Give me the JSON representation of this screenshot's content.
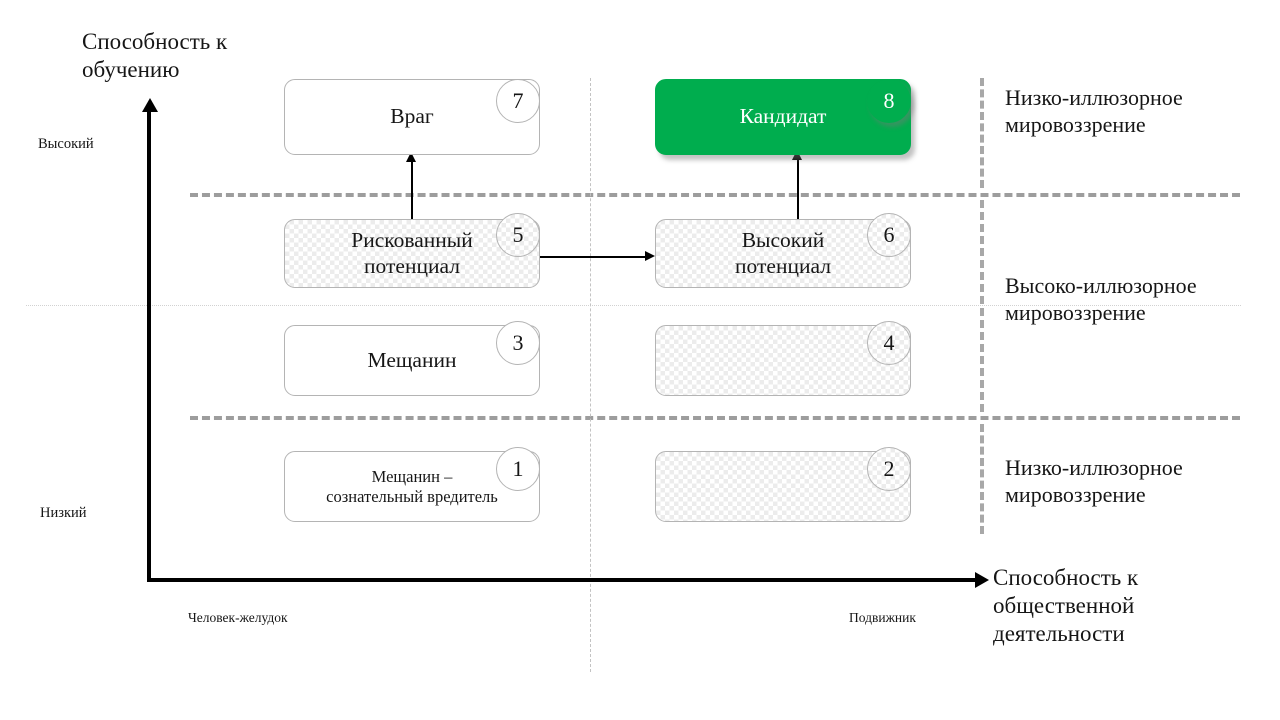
{
  "axes": {
    "y_title": "Способность к\nобучению",
    "x_title": "Способность к\nобщественной\nдеятельности",
    "y_high_label": "Высокий",
    "y_low_label": "Низкий",
    "x_left_label": "Человек-желудок",
    "x_right_label": "Подвижник"
  },
  "zones": [
    {
      "name": "zone-top",
      "text": "Низко-иллюзорное\nмировоззрение"
    },
    {
      "name": "zone-middle",
      "text": "Высоко-иллюзорное\nмировоззрение"
    },
    {
      "name": "zone-bottom",
      "text": "Низко-иллюзорное\nмировоззрение"
    }
  ],
  "boxes": [
    {
      "number": "1",
      "label": "Мещанин –\nсознательный вредитель",
      "style": "plain",
      "text_size": "small"
    },
    {
      "number": "2",
      "label": "",
      "style": "checker",
      "text_size": "normal"
    },
    {
      "number": "3",
      "label": "Мещанин",
      "style": "plain",
      "text_size": "normal"
    },
    {
      "number": "4",
      "label": "",
      "style": "checker",
      "text_size": "normal"
    },
    {
      "number": "5",
      "label": "Рискованный\nпотенциал",
      "style": "checker",
      "text_size": "normal"
    },
    {
      "number": "6",
      "label": "Высокий\nпотенциал",
      "style": "checker",
      "text_size": "normal"
    },
    {
      "number": "7",
      "label": "Враг",
      "style": "plain",
      "text_size": "normal"
    },
    {
      "number": "8",
      "label": "Кандидат",
      "style": "accent",
      "text_size": "normal"
    }
  ],
  "colors": {
    "accent_green": "#00ad4e",
    "box_border": "#b4b4b4",
    "separator_gray": "#9d9d9d",
    "faint_gray": "#d2d2d2",
    "text": "#161616"
  }
}
